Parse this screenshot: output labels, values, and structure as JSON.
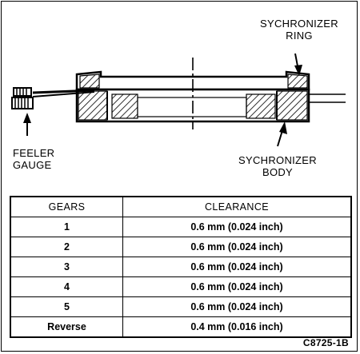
{
  "labels": {
    "sync_ring": [
      "SYCHRONIZER",
      "RING"
    ],
    "feeler_gauge": [
      "FEELER",
      "GAUGE"
    ],
    "sync_body": [
      "SYCHRONIZER",
      "BODY"
    ]
  },
  "table": {
    "headers": [
      "GEARS",
      "CLEARANCE"
    ],
    "rows": [
      {
        "gear": "1",
        "clearance": "0.6 mm (0.024 inch)"
      },
      {
        "gear": "2",
        "clearance": "0.6 mm (0.024 inch)"
      },
      {
        "gear": "3",
        "clearance": "0.6 mm (0.024 inch)"
      },
      {
        "gear": "4",
        "clearance": "0.6 mm (0.024 inch)"
      },
      {
        "gear": "5",
        "clearance": "0.6 mm (0.024 inch)"
      },
      {
        "gear": "Reverse",
        "clearance": "0.4 mm (0.016 inch)"
      }
    ]
  },
  "figure_code": "C8725-1B"
}
